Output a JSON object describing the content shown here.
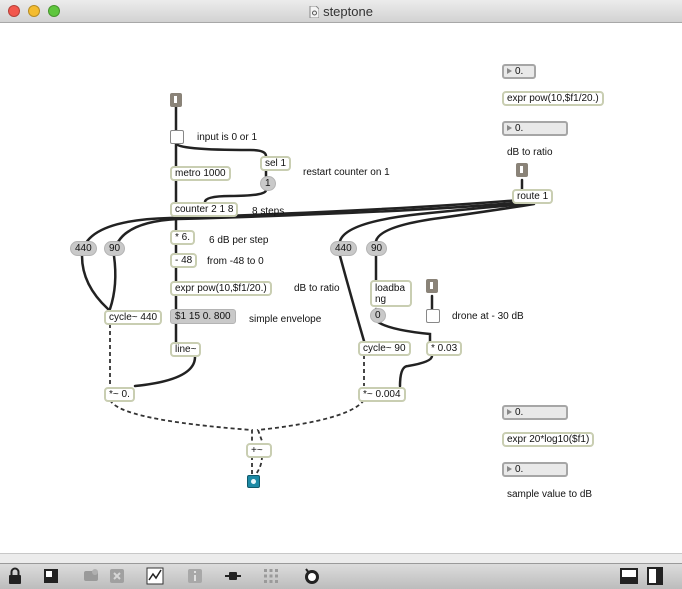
{
  "window": {
    "title": "steptone"
  },
  "objects": {
    "input_toggle_comment": "input is 0 or 1",
    "sel": "sel 1",
    "restart_comment": "restart counter on 1",
    "msg_1": "1",
    "metro": "metro 1000",
    "counter": "counter 2 1 8",
    "steps_comment": "8 steps",
    "mul6": "* 6.",
    "db_step_comment": "6 dB per step",
    "minus48": "- 48",
    "range_comment": "from -48 to 0",
    "expr_pow_main": "expr pow(10,$f1/20.)",
    "db_ratio_comment_main": "dB to ratio",
    "env_msg": "$1 15 0. 800",
    "env_comment": "simple envelope",
    "line": "line~",
    "msg_440_left": "440",
    "msg_90_left": "90",
    "cycle_440": "cycle~ 440",
    "mul_sig_left": "*~ 0.",
    "msg_440_right": "440",
    "msg_90_right": "90",
    "loadbang": "loadbang",
    "msg_0": "0",
    "drone_comment": "drone at - 30 dB",
    "cycle_90": "cycle~ 90",
    "mul_003": "* 0.03",
    "mul_sig_right": "*~ 0.004",
    "plus_sig": "+~",
    "num_top": "0.",
    "expr_pow_top": "expr pow(10,$f1/20.)",
    "num_top_out": "0.",
    "db_ratio_comment_top": "dB to ratio",
    "route": "route 1",
    "num_bottom": "0.",
    "expr_log": "expr 20*log10($f1)",
    "num_bottom_out": "0.",
    "sample_comment": "sample value to dB"
  },
  "toolbar": {
    "items": [
      "lock-icon",
      "presentation-icon",
      "new-object-icon",
      "delete-icon",
      "debug-icon",
      "inspector-icon",
      "path-icon",
      "grid-icon",
      "clue-icon",
      "split-left-icon",
      "split-right-icon"
    ]
  }
}
